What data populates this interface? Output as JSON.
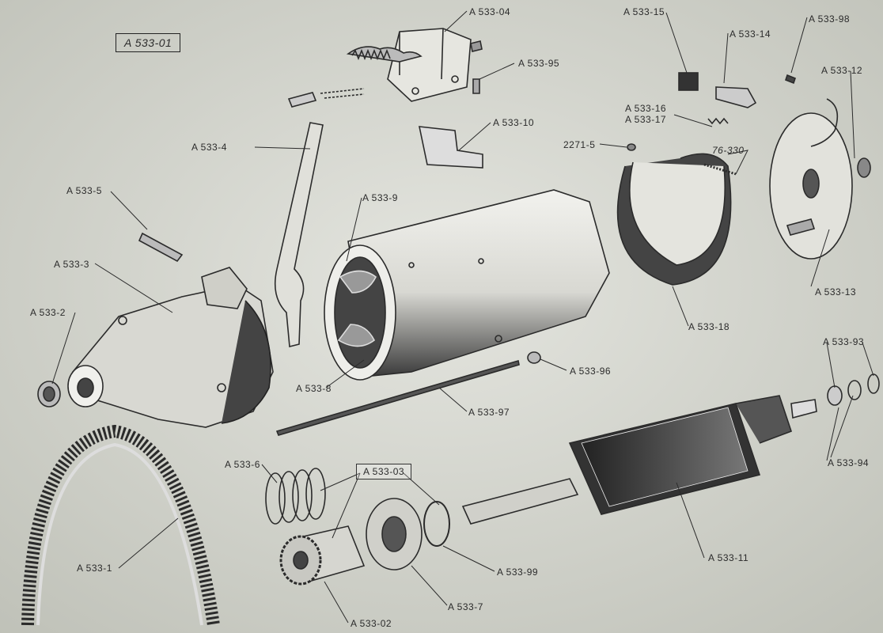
{
  "plate_ref": "A 533-01",
  "parts": {
    "p04": "A 533-04",
    "p95": "A 533-95",
    "p10": "A 533-10",
    "p4": "A 533-4",
    "p5": "A 533-5",
    "p3": "A 533-3",
    "p2": "A 533-2",
    "p9": "A 533-9",
    "p8": "A 533-8",
    "p15": "A 533-15",
    "p14": "A 533-14",
    "p98": "A 533-98",
    "p12": "A 533-12",
    "p16": "A 533-16",
    "p17": "A 533-17",
    "p2271": "2271-5",
    "p76": "76-330",
    "p13": "A 533-13",
    "p18": "A 533-18",
    "p96": "A 533-96",
    "p97": "A 533-97",
    "p93": "A 533-93",
    "p94": "A 533-94",
    "p6": "A 533-6",
    "p03": "A 533-03",
    "p1": "A 533-1",
    "p99": "A 533-99",
    "p7": "A 533-7",
    "p02": "A 533-02",
    "p11": "A 533-11"
  },
  "colors": {
    "paper": "#d9dbd3",
    "ink": "#2b2b2b",
    "shade": "#3a3a3a"
  }
}
